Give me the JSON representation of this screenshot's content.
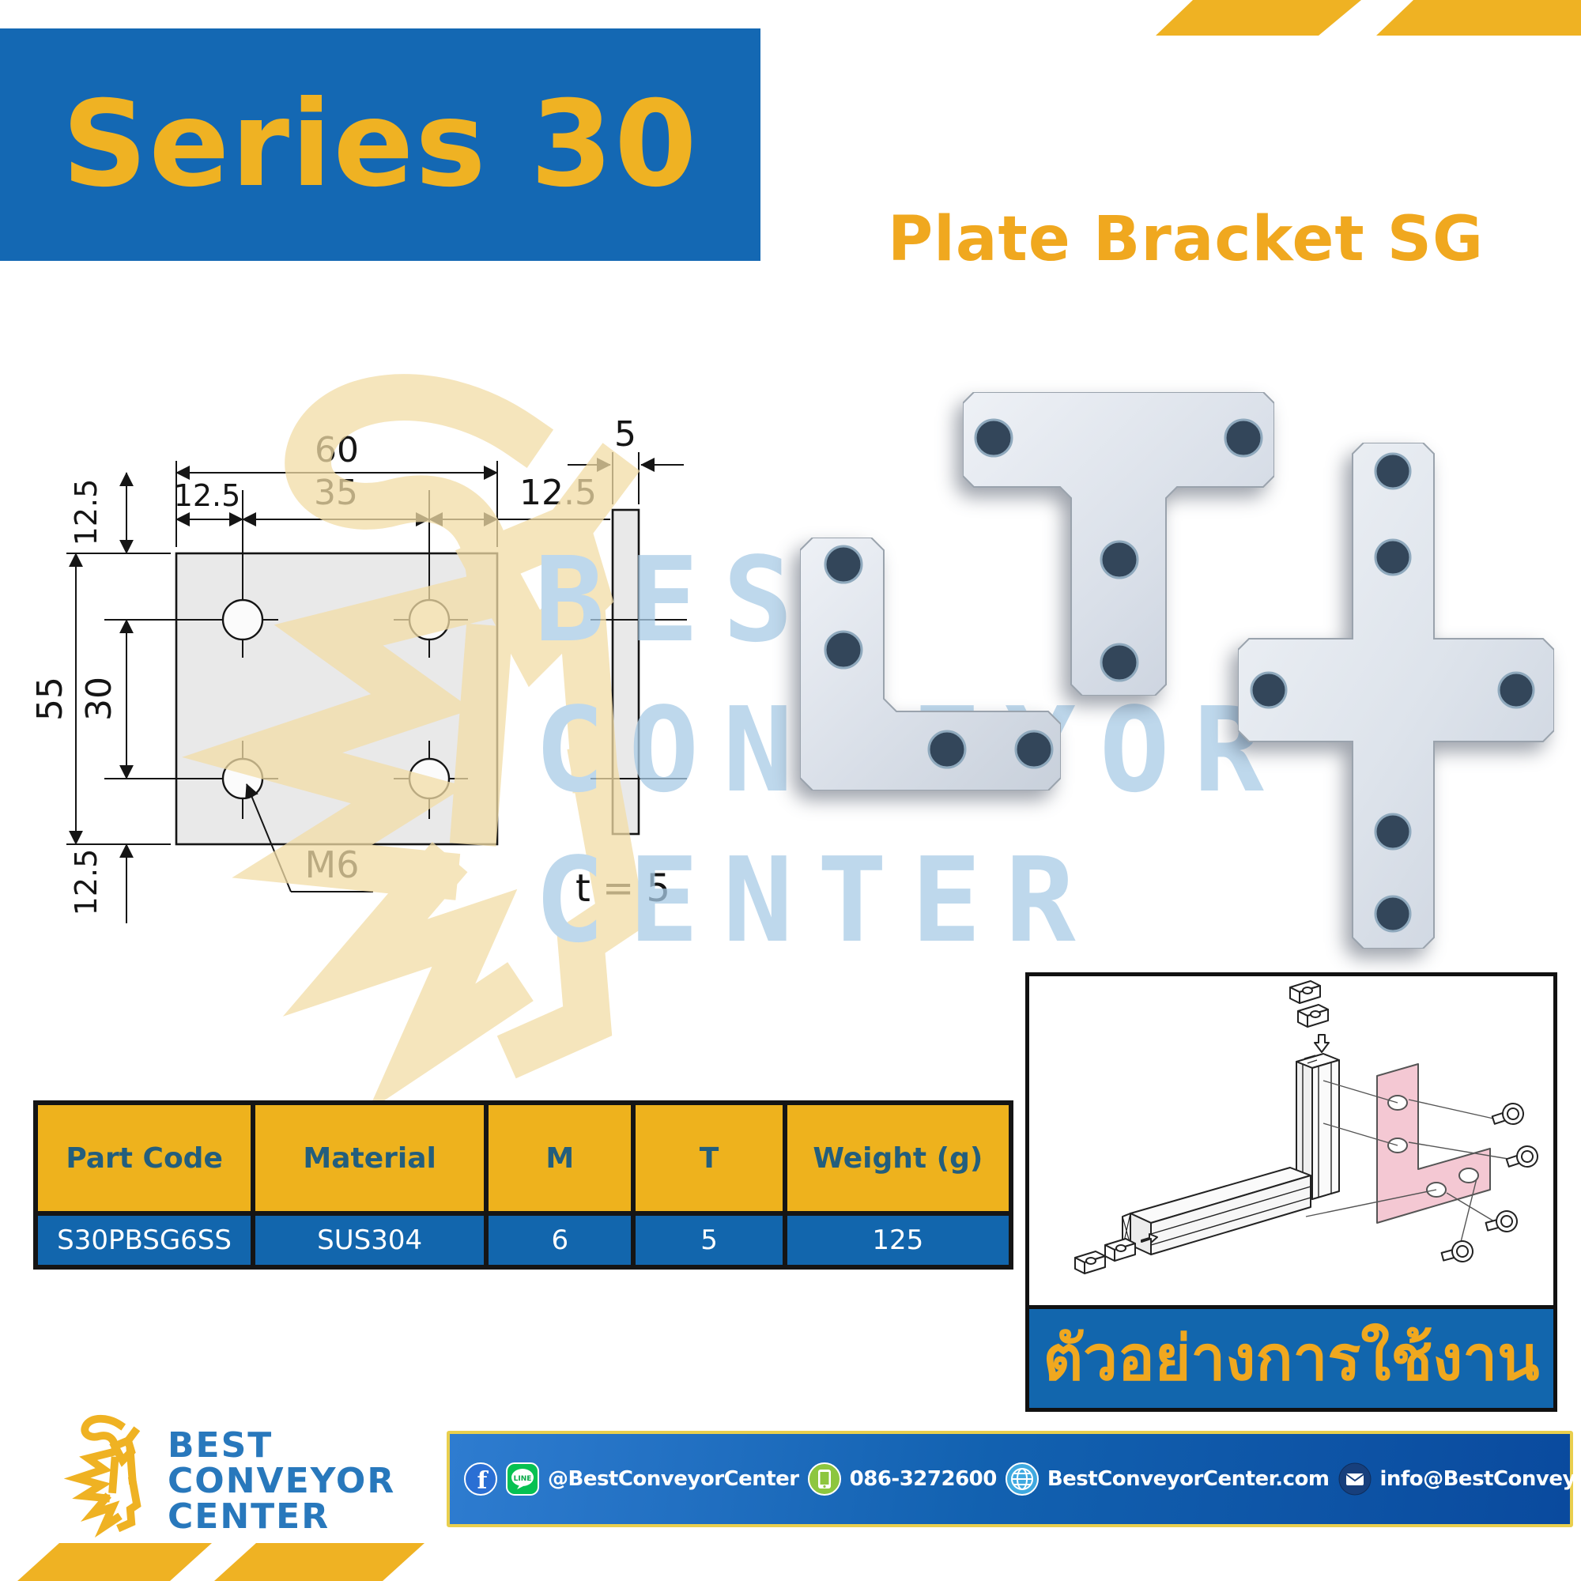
{
  "header": {
    "series": "Series 30",
    "title": "Plate Bracket SG"
  },
  "drawing": {
    "dim_width": "60",
    "dim_left": "12.5",
    "dim_center": "35",
    "dim_right": "12.5",
    "dim_top": "12.5",
    "dim_height": "55",
    "dim_rows": "30",
    "dim_bottom": "12.5",
    "thread_label": "M6",
    "dim_thickness": "5",
    "thickness_note": "t = 5"
  },
  "watermark": {
    "line1": "BEST",
    "line2": "CONVEYOR",
    "line3": "CENTER"
  },
  "table": {
    "headers": [
      "Part Code",
      "Material",
      "M",
      "T",
      "Weight (g)"
    ],
    "row": [
      "S30PBSG6SS",
      "SUS304",
      "6",
      "5",
      "125"
    ]
  },
  "usage": {
    "caption": "ตัวอย่างการใช้งาน"
  },
  "footer": {
    "logo_line1": "BEST",
    "logo_line2": "CONVEYOR",
    "logo_line3": "CENTER",
    "line_badge": "LINE",
    "line_account": "@BestConveyorCenter",
    "phone": "086-3272600",
    "website": "BestConveyorCenter.com",
    "email": "info@BestConveyorCenter.com"
  },
  "colors": {
    "banner_blue": "#1468b3",
    "accent_yellow": "#efb223",
    "table_row_blue": "#1266ad",
    "header_text": "#235e7d",
    "metal": "#dfe3ea",
    "watermark_blue": "#a8cbe6",
    "watermark_gold": "#f2dca6",
    "plate_pink": "#f4c8d3"
  }
}
